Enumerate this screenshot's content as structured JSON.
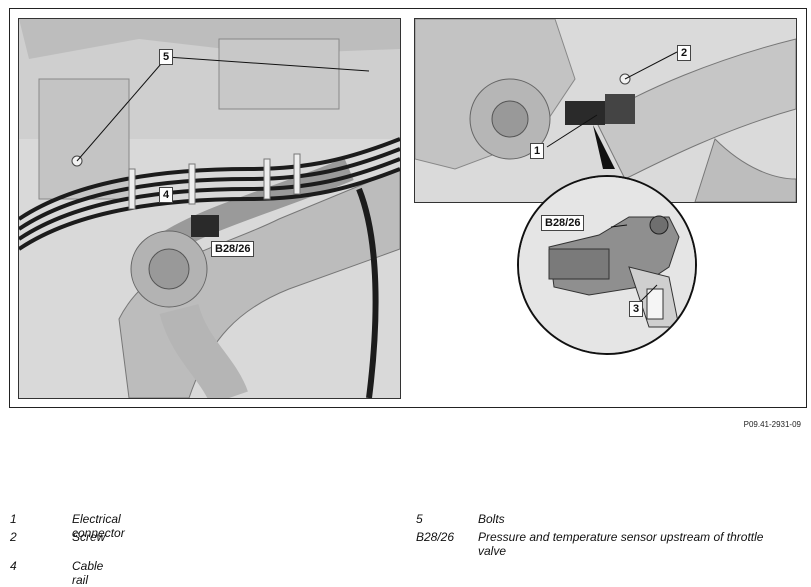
{
  "figure": {
    "callouts": {
      "c1": "1",
      "c2": "2",
      "c3": "3",
      "c4": "4",
      "c5": "5",
      "sensor_left": "B28/26",
      "sensor_zoom": "B28/26"
    },
    "figure_id": "P09.41-2931-09"
  },
  "legend": {
    "left": [
      {
        "key": "1",
        "text": "Electrical connector"
      },
      {
        "key": "2",
        "text": "Screw"
      },
      {
        "key": "4",
        "text": "Cable rail"
      }
    ],
    "right": [
      {
        "key": "5",
        "text": "Bolts"
      },
      {
        "key": "B28/26",
        "text": "Pressure and temperature sensor upstream of throttle valve"
      }
    ]
  }
}
